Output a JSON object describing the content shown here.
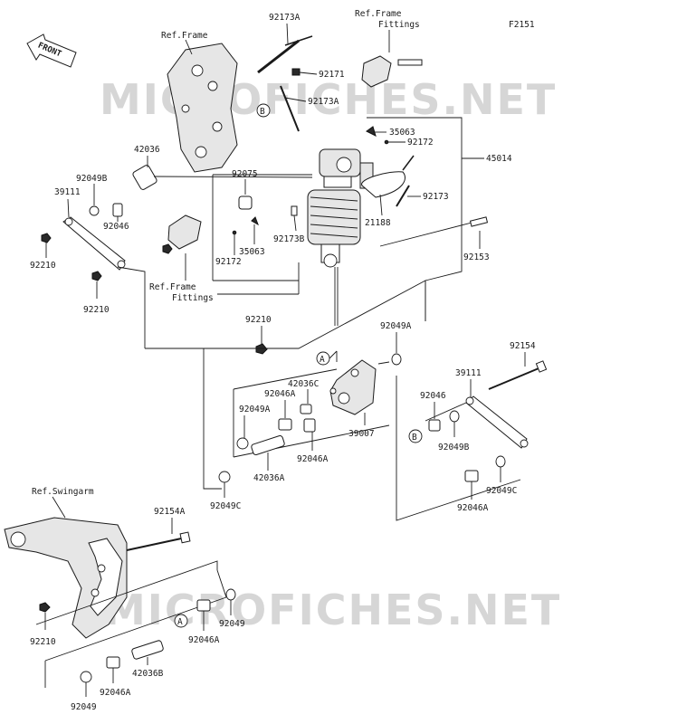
{
  "diagram_code": "F2151",
  "watermark": "MICROFICHES.NET",
  "front_indicator": "FRONT",
  "refs": {
    "frame_top": "Ref.Frame",
    "fittings_top_1": "Ref.Frame",
    "fittings_top_2": "Fittings",
    "fittings_left_1": "Ref.Frame",
    "fittings_left_2": "Fittings",
    "swingarm": "Ref.Swingarm"
  },
  "markers": {
    "a": "A",
    "b": "B"
  },
  "parts": {
    "p92173A": "92173A",
    "p92171": "92171",
    "p92173A_2": "92173A",
    "p35063_top": "35063",
    "p92172_top": "92172",
    "p45014": "45014",
    "p42036": "42036",
    "p92049B_left": "92049B",
    "p39111_left": "39111",
    "p92046_left": "92046",
    "p92210_left": "92210",
    "p92210_left2": "92210",
    "p92075": "92075",
    "p35063_mid": "35063",
    "p92172_mid": "92172",
    "p92173B": "92173B",
    "p21188": "21188",
    "p92173": "92173",
    "p92153": "92153",
    "p92210_mid": "92210",
    "p92049A_right": "92049A",
    "p42036C": "42036C",
    "p92046A_mid": "92046A",
    "p92049A_left": "92049A",
    "p39007": "39007",
    "p92046A_low": "92046A",
    "p42036A": "42036A",
    "p92049C_left": "92049C",
    "p92154": "92154",
    "p39111_right": "39111",
    "p92046_right": "92046",
    "p92049B_right": "92049B",
    "p92049C_right": "92049C",
    "p92046A_right": "92046A",
    "p92154A": "92154A",
    "p92210_bottom": "92210",
    "p92049_bottom": "92049",
    "p92046A_bottom": "92046A",
    "p42036B": "42036B",
    "p92046A_bottom2": "92046A",
    "p92049_bottom2": "92049"
  }
}
